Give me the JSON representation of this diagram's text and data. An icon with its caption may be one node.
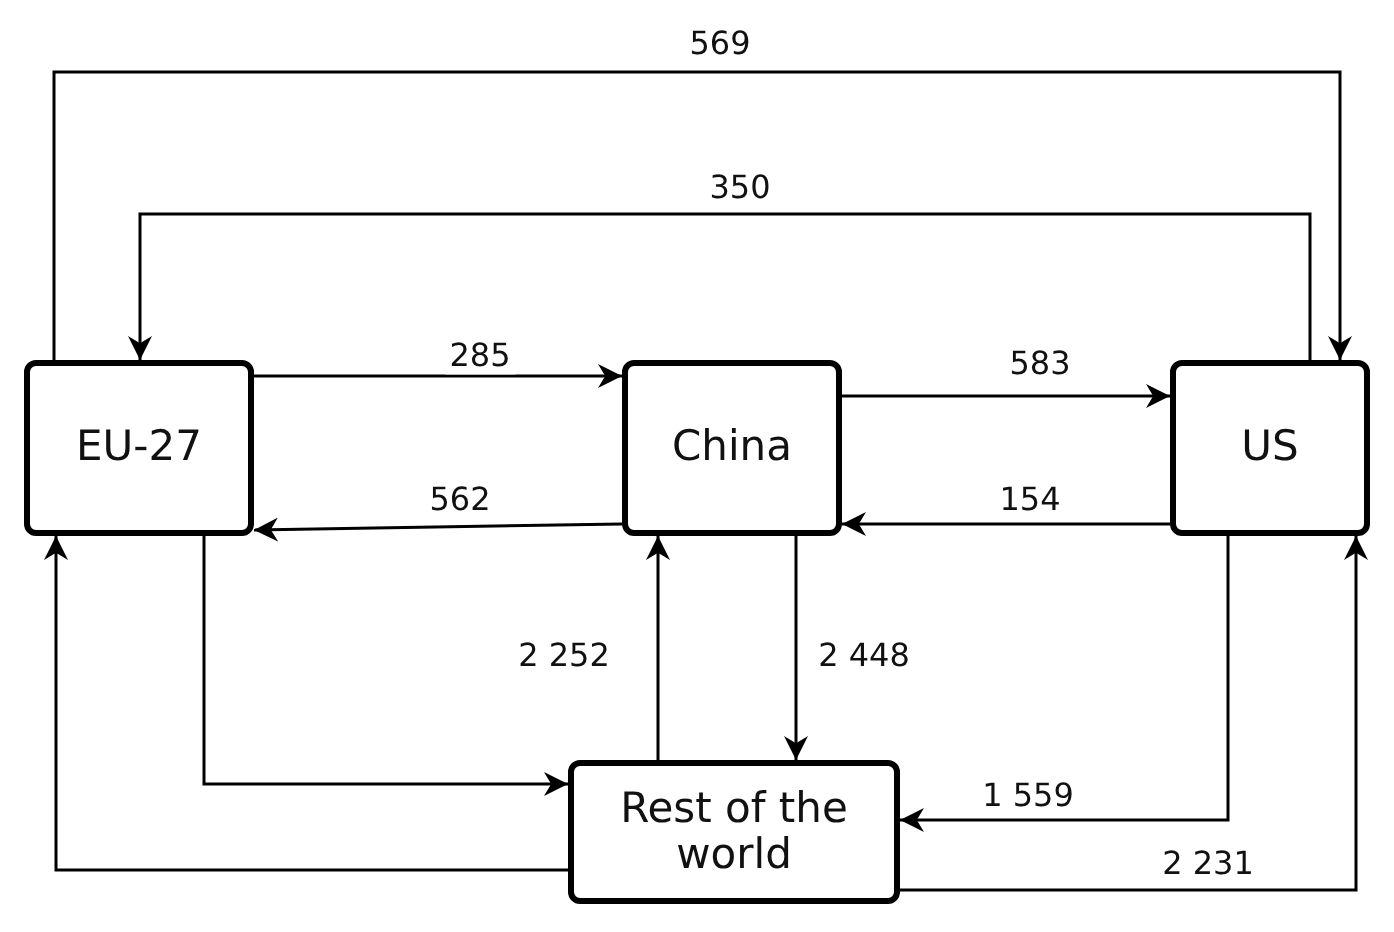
{
  "diagram": {
    "nodes": [
      {
        "text": [
          "EU-27"
        ]
      },
      {
        "text": [
          "China"
        ]
      },
      {
        "text": [
          "US"
        ]
      },
      {
        "text": [
          "Rest of the world"
        ]
      }
    ],
    "edges": [
      {
        "from": 0,
        "to": 2,
        "arrow": "to",
        "label": "569"
      },
      {
        "from": 2,
        "to": 0,
        "arrow": "to",
        "label": "350"
      },
      {
        "from": 0,
        "to": 1,
        "arrow": "to",
        "label": "285"
      },
      {
        "from": 1,
        "to": 0,
        "arrow": "to",
        "label": "562"
      },
      {
        "from": 1,
        "to": 2,
        "arrow": "to",
        "label": "583"
      },
      {
        "from": 2,
        "to": 1,
        "arrow": "to",
        "label": "154"
      },
      {
        "from": 3,
        "to": 1,
        "arrow": "to",
        "label": "2 252"
      },
      {
        "from": 1,
        "to": 3,
        "arrow": "to",
        "label": "2 448"
      },
      {
        "from": 0,
        "to": 3,
        "arrow": "to"
      },
      {
        "from": 2,
        "to": 3,
        "arrow": "to",
        "label": "1 559"
      },
      {
        "from": 3,
        "to": 0,
        "arrow": "to"
      },
      {
        "from": 3,
        "to": 2,
        "arrow": "to",
        "label": "2 231"
      }
    ]
  }
}
